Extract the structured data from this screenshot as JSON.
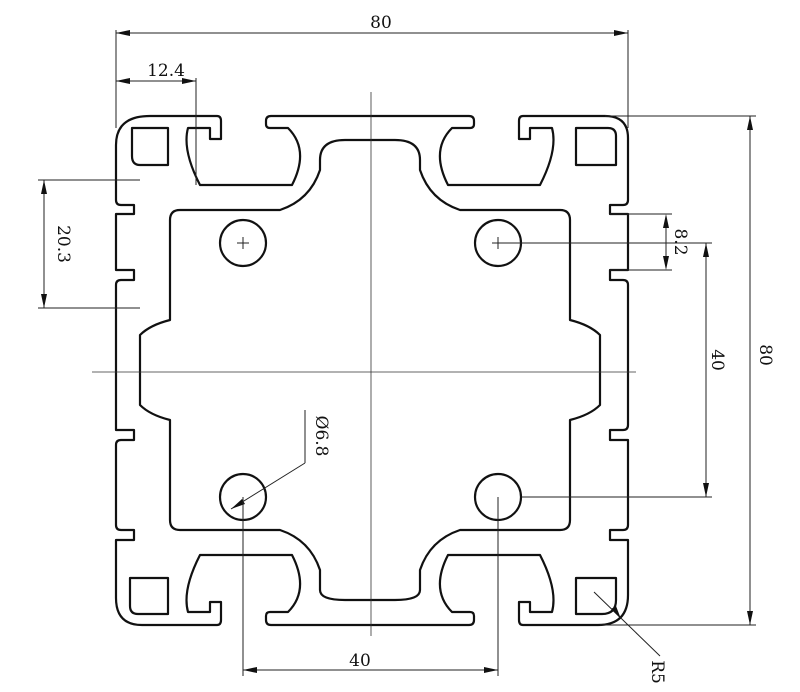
{
  "drawing": {
    "dimensions": {
      "overall_width": "80",
      "slot_offset": "12.4",
      "slot_pitch_left": "20.3",
      "slot_width_right": "8.2",
      "hole_pitch_vertical": "40",
      "overall_height": "80",
      "hole_diameter": "Ø6.8",
      "hole_pitch_horizontal": "40",
      "corner_radius": "R5"
    }
  }
}
